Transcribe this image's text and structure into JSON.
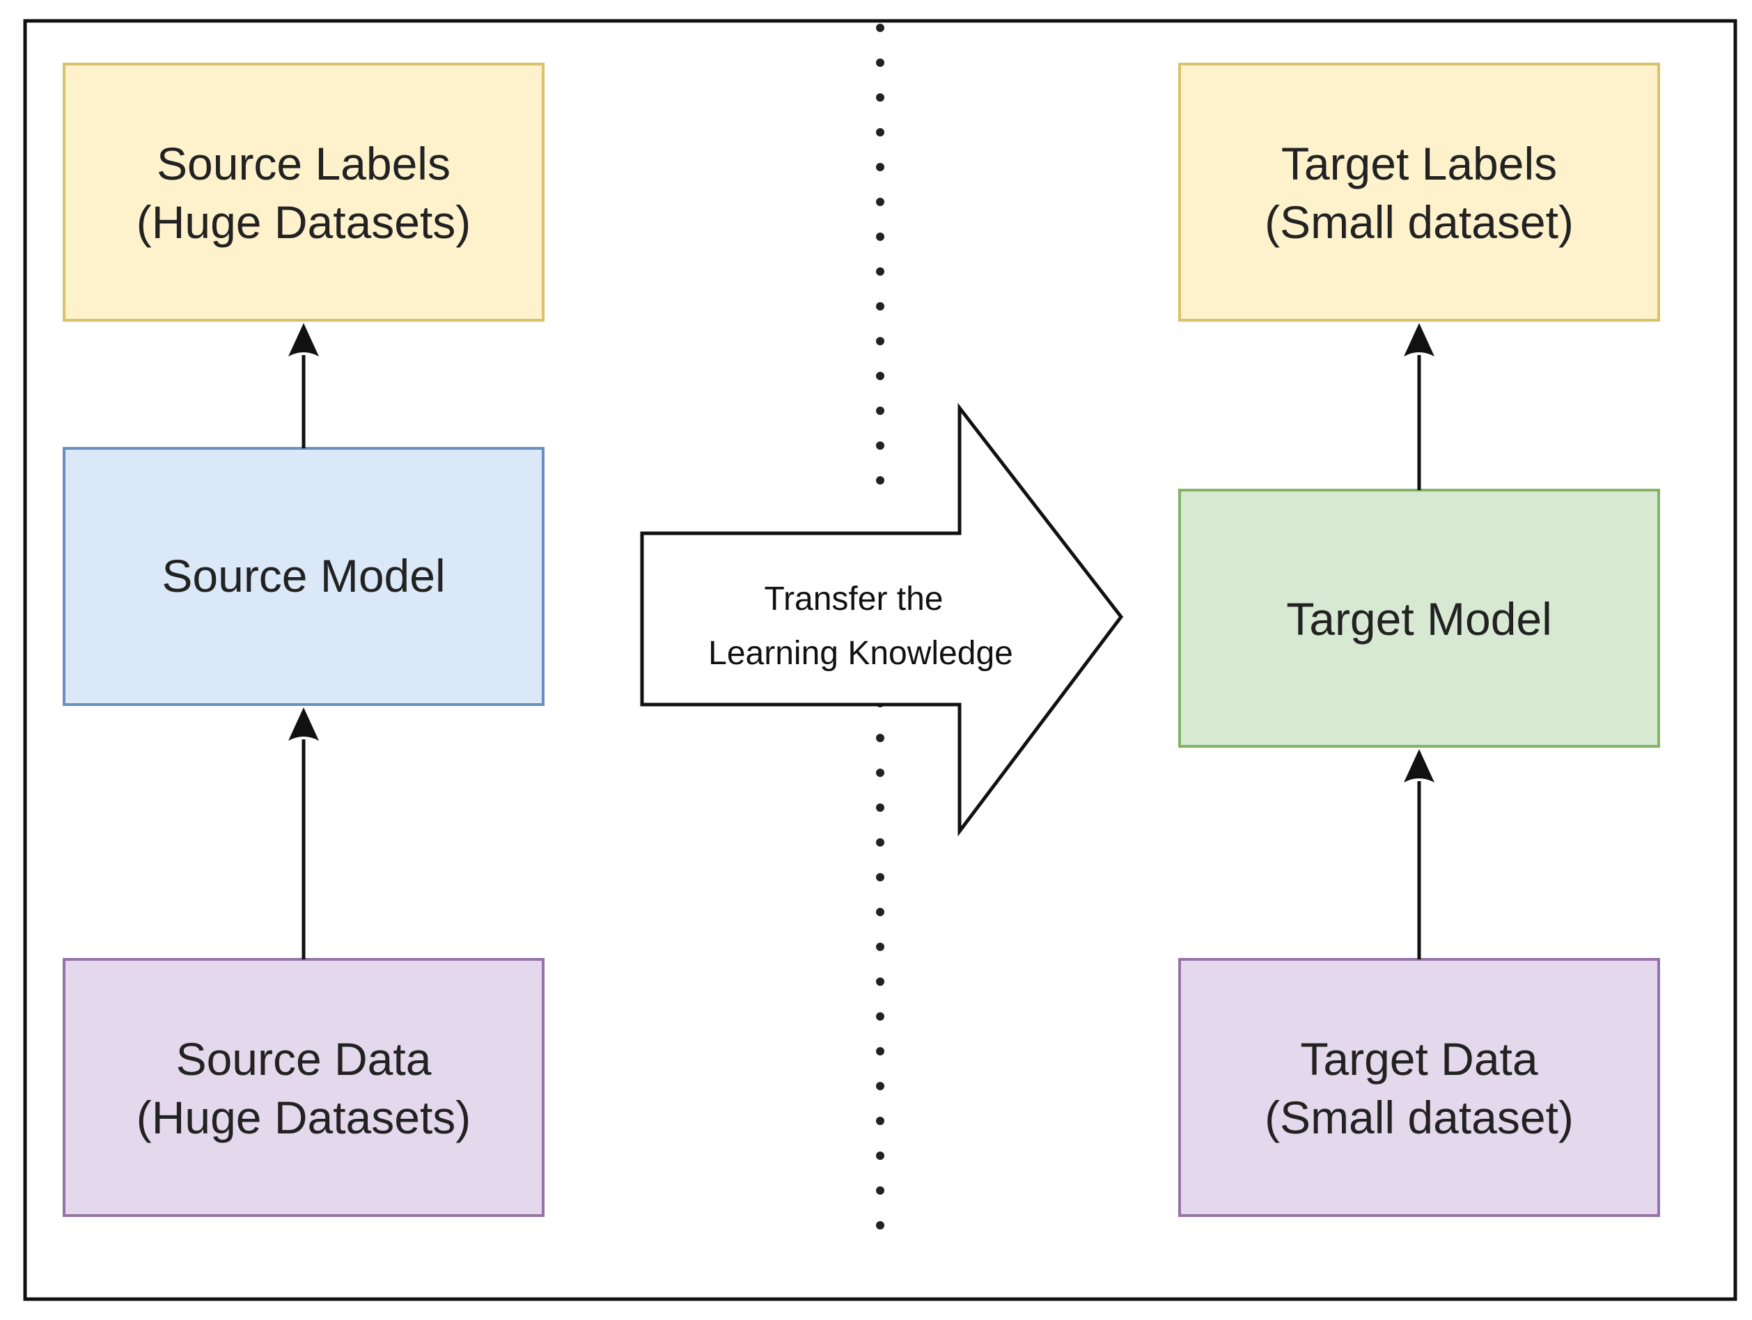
{
  "colors": {
    "labels_fill": "#fdf2cc",
    "labels_stroke": "#d9c26a",
    "source_model_fill": "#dbe8f8",
    "source_model_stroke": "#6c8ebf",
    "target_model_fill": "#d7e9d3",
    "target_model_stroke": "#82b366",
    "data_fill": "#e3d8ec",
    "data_stroke": "#9673a6",
    "frame": "#111111",
    "arrow": "#111111"
  },
  "source": {
    "labels": {
      "line1": "Source Labels",
      "line2": "(Huge Datasets)"
    },
    "model": {
      "line1": "Source Model"
    },
    "data": {
      "line1": "Source Data",
      "line2": "(Huge Datasets)"
    }
  },
  "target": {
    "labels": {
      "line1": "Target Labels",
      "line2": "(Small dataset)"
    },
    "model": {
      "line1": "Target Model"
    },
    "data": {
      "line1": "Target Data",
      "line2": "(Small dataset)"
    }
  },
  "transfer_arrow": {
    "line1": "Transfer the",
    "line2": "Learning Knowledge"
  }
}
